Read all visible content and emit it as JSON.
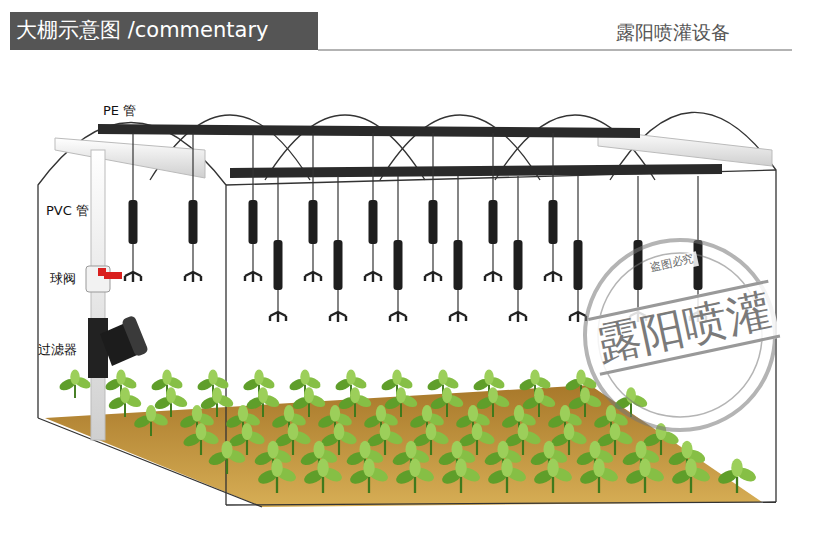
{
  "diagram": {
    "title": "大棚示意图 /commentary",
    "labels": [
      "露阳喷灌设备",
      "PE 管",
      "PVC 管",
      "球阀",
      "过滤器",
      "盗图必究",
      "露阳喷灌"
    ]
  }
}
